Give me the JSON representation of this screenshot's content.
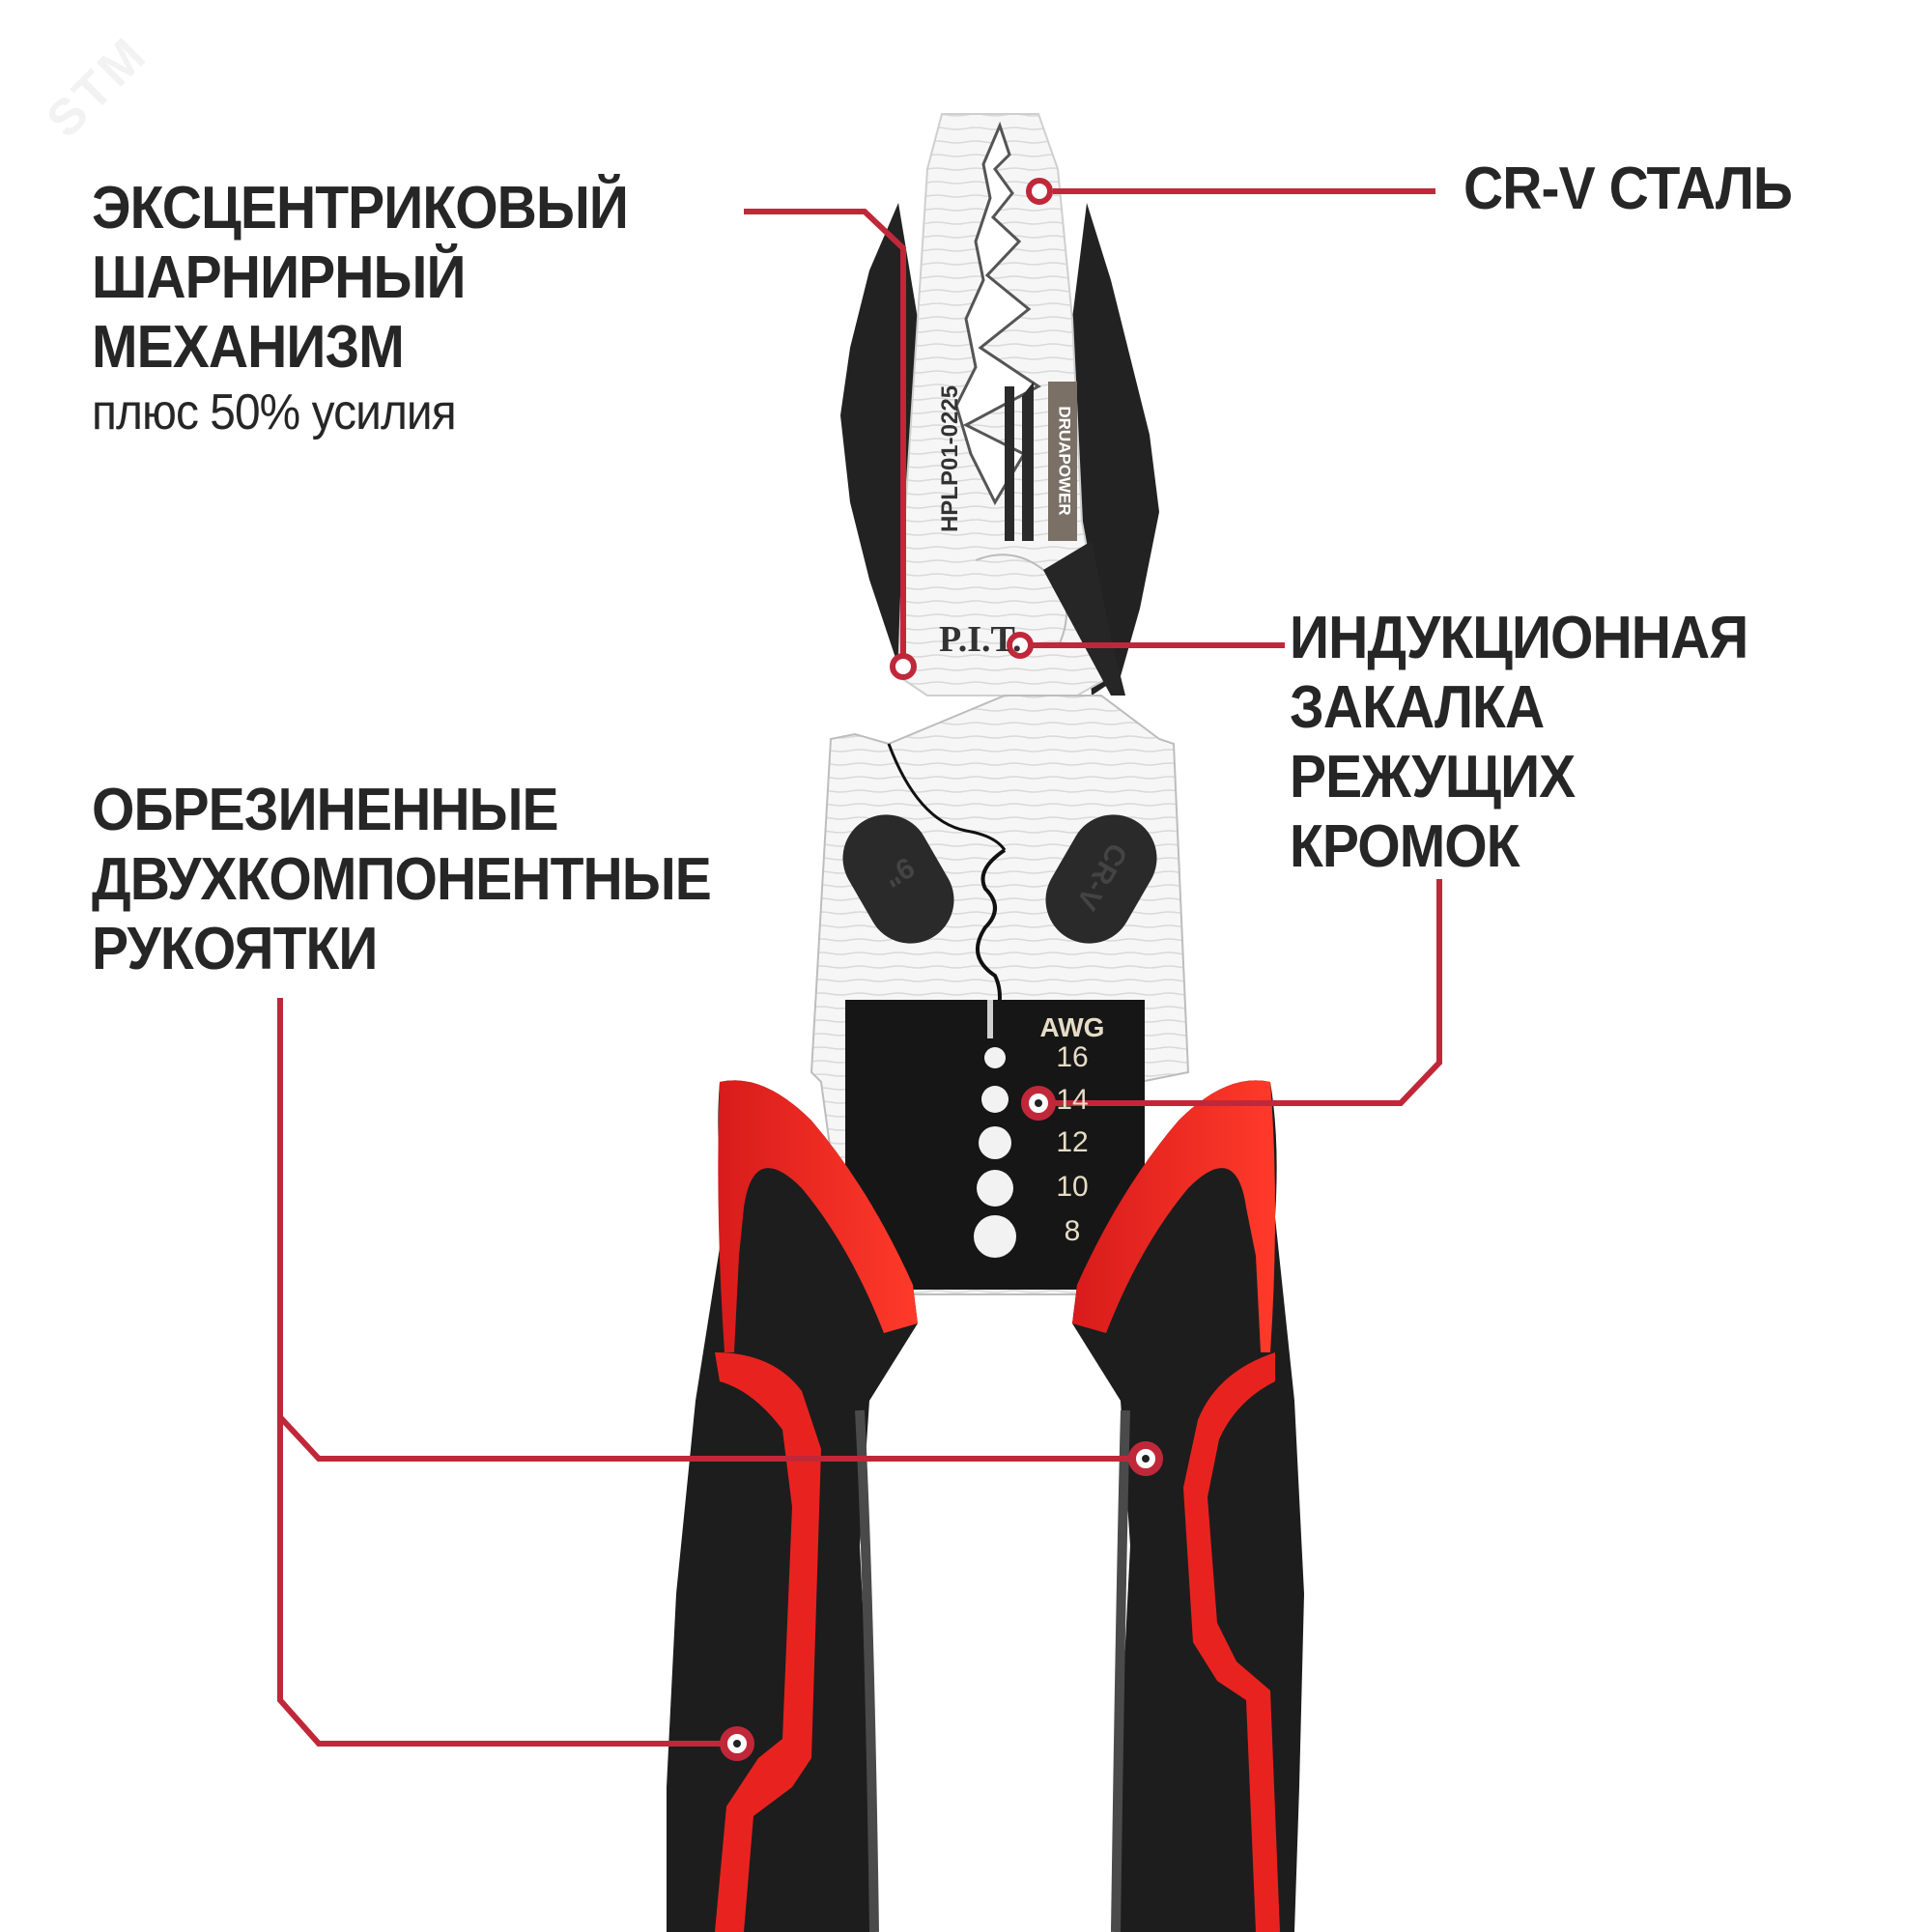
{
  "watermark": {
    "text": "STM"
  },
  "colors": {
    "callout_line": "#c0283a",
    "text": "#262626",
    "handle_red": "#e8231f",
    "handle_black": "#1c1c1c",
    "steel": "#f4f4f4",
    "brand_plate": "#7a7066"
  },
  "callouts": {
    "eccentric": {
      "lines": [
        "ЭКСЦЕНТРИКОВЫЙ",
        "ШАРНИРНЫЙ",
        "МЕХАНИЗМ"
      ],
      "subtitle": "плюс 50% усилия"
    },
    "steel": {
      "lines": [
        "CR-V СТАЛЬ"
      ]
    },
    "induction": {
      "lines": [
        "ИНДУКЦИОННАЯ",
        "ЗАКАЛКА",
        "РЕЖУЩИХ",
        "КРОМОК"
      ]
    },
    "handles": {
      "lines": [
        "ОБРЕЗИНЕННЫЕ",
        "ДВУХКОМПОНЕНТНЫЕ",
        "РУКОЯТКИ"
      ]
    }
  },
  "product": {
    "model_code": "HPLP01-0225",
    "brand_plate": "DRUAPOWER",
    "brand_logo": "P.I.T.",
    "pad_left": "9\"",
    "pad_right": "CR-V",
    "awg_gauge": {
      "title": "AWG",
      "sizes": [
        "16",
        "14",
        "12",
        "10",
        "8"
      ]
    }
  }
}
